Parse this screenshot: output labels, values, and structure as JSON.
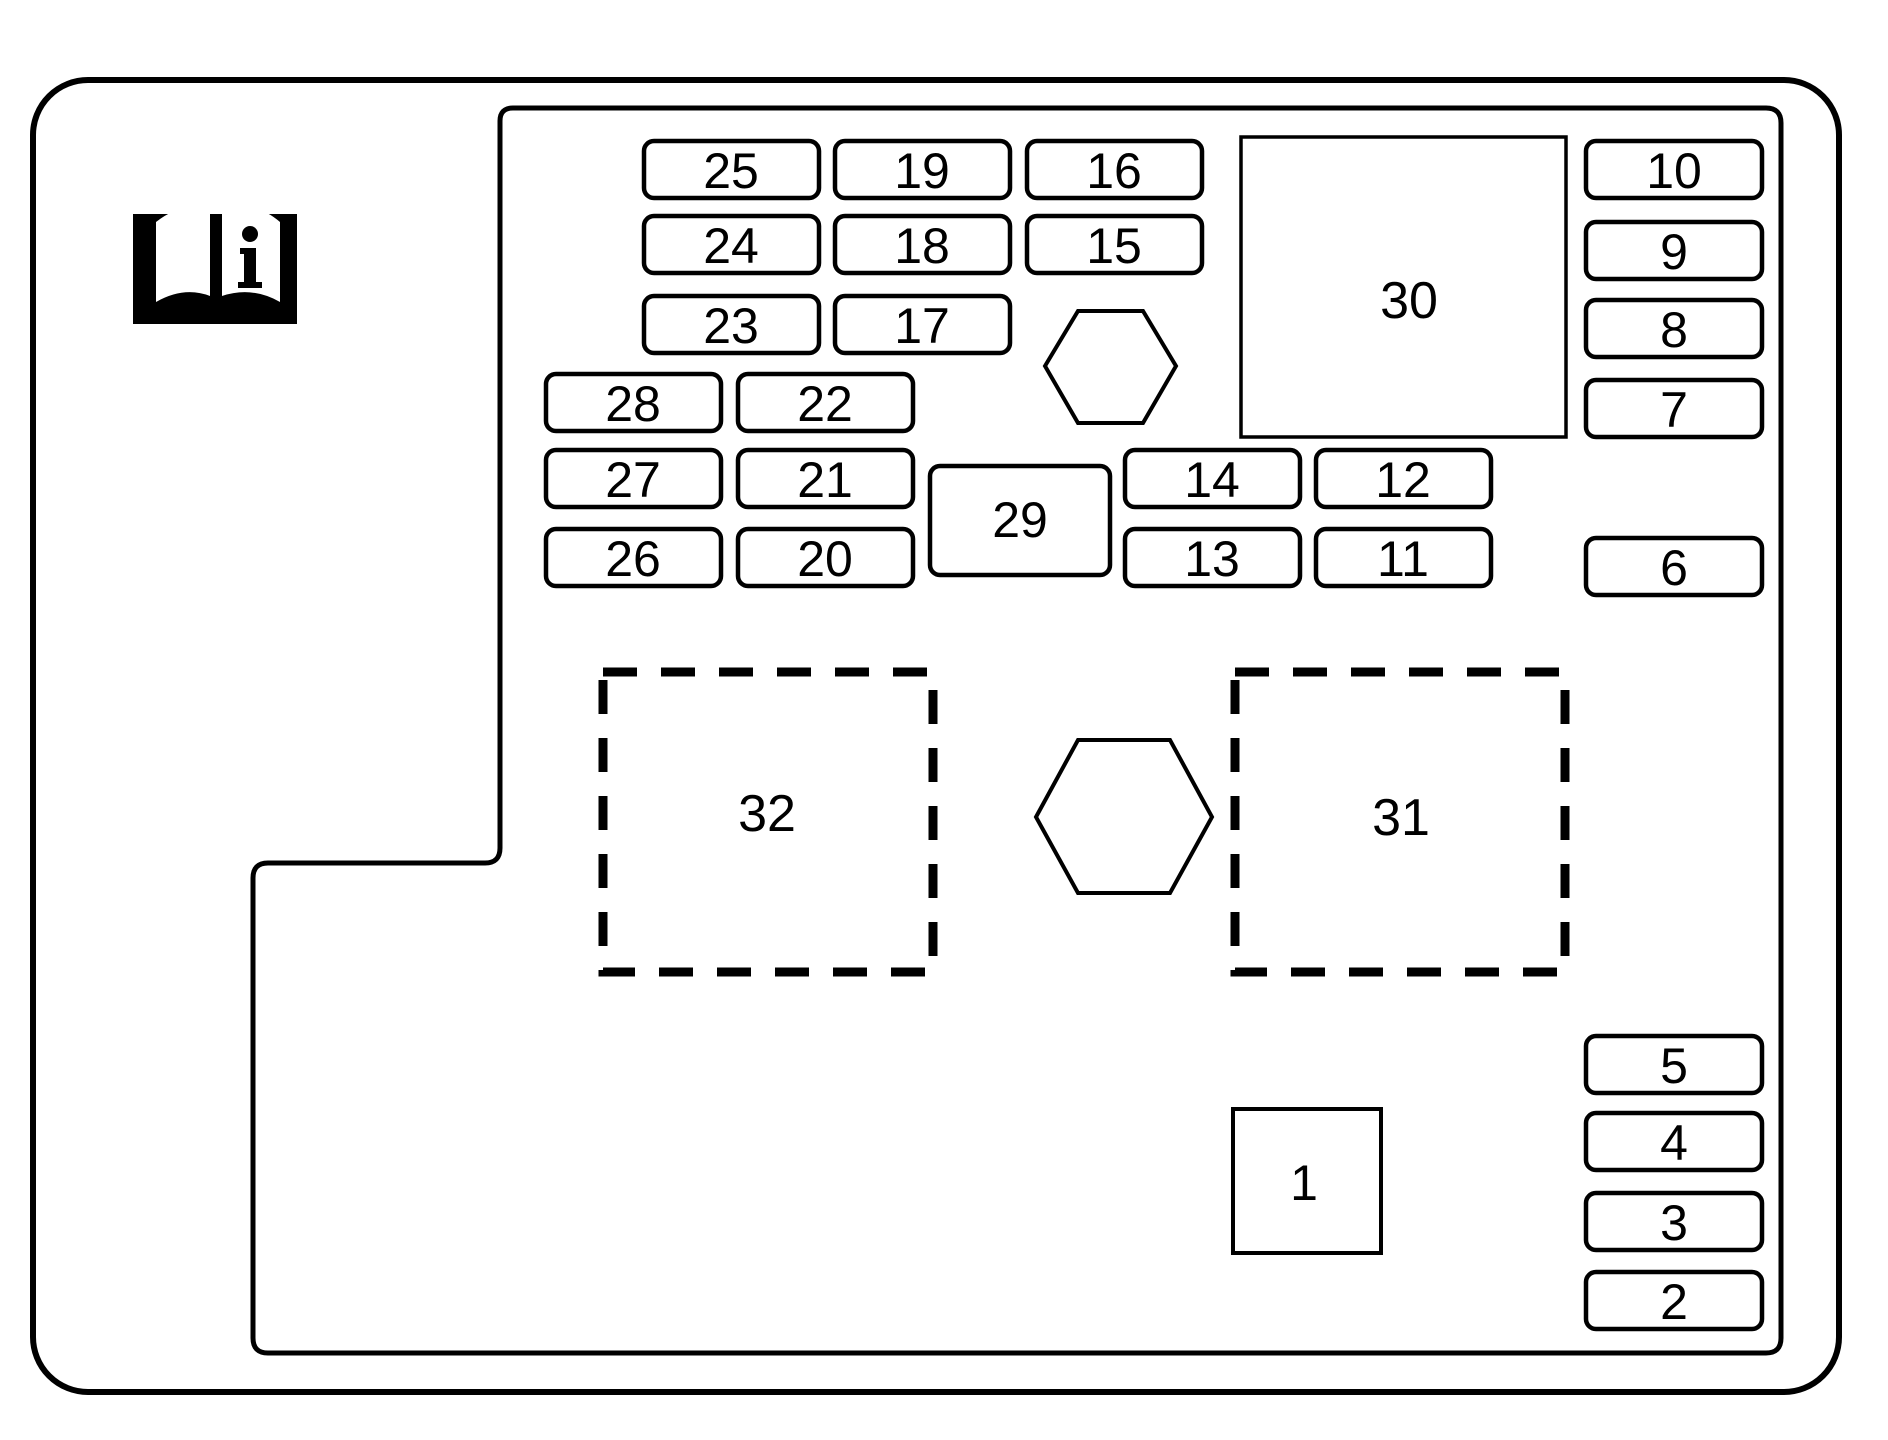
{
  "fuse_labels": {
    "f1": "1",
    "f2": "2",
    "f3": "3",
    "f4": "4",
    "f5": "5",
    "f6": "6",
    "f7": "7",
    "f8": "8",
    "f9": "9",
    "f10": "10",
    "f11": "11",
    "f12": "12",
    "f13": "13",
    "f14": "14",
    "f15": "15",
    "f16": "16",
    "f17": "17",
    "f18": "18",
    "f19": "19",
    "f20": "20",
    "f21": "21",
    "f22": "22",
    "f23": "23",
    "f24": "24",
    "f25": "25",
    "f26": "26",
    "f27": "27",
    "f28": "28",
    "f29": "29",
    "f30": "30",
    "f31": "31",
    "f32": "32"
  },
  "icons": {
    "manual": "owner-manual-info-icon",
    "mount": "hex-mount-icon"
  },
  "colors": {
    "line": "#000000",
    "background": "#ffffff"
  }
}
